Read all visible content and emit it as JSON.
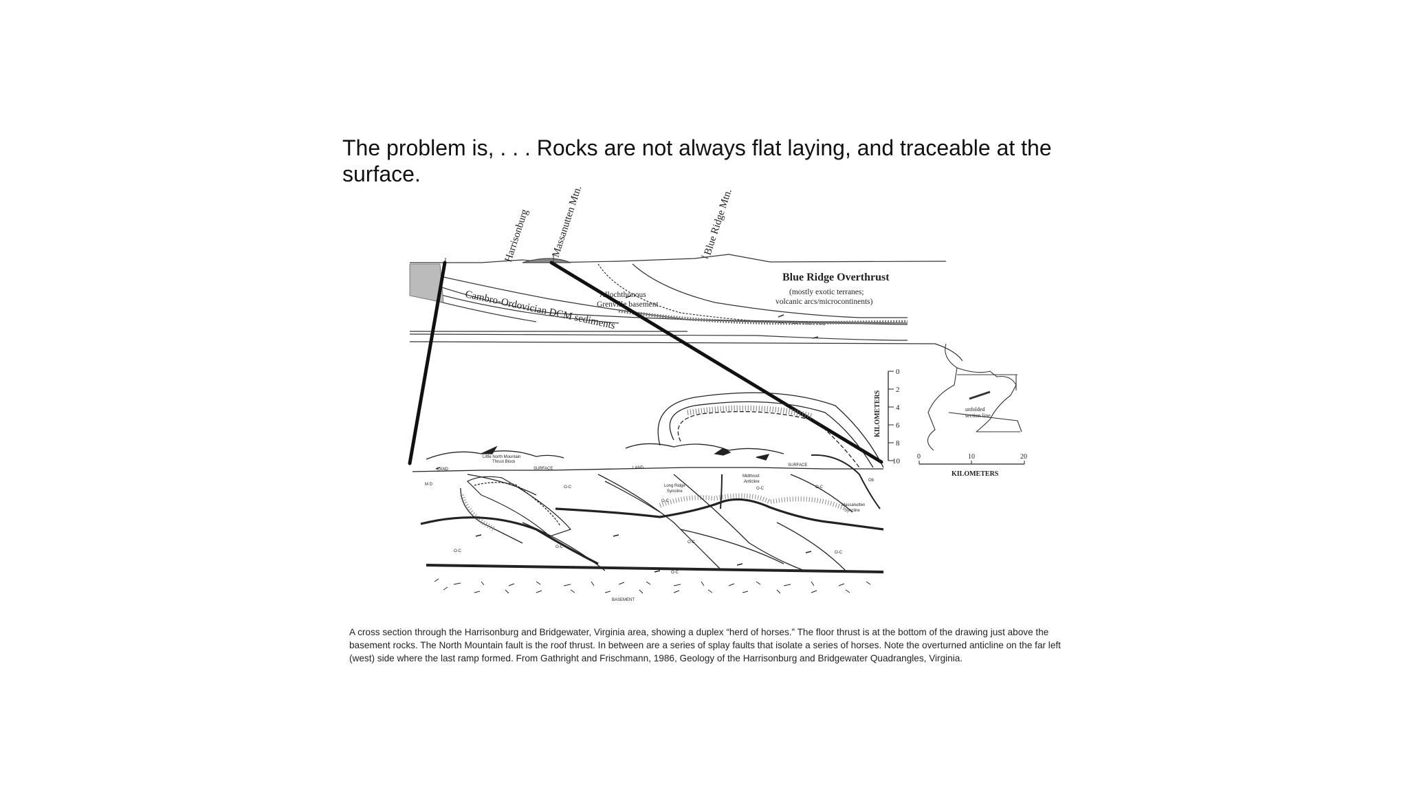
{
  "slide": {
    "title": "The problem is, . . . Rocks are not always flat laying, and traceable at the surface.",
    "caption": "A cross section through the Harrisonburg and Bridgewater, Virginia area, showing a duplex “herd of horses.”  The floor thrust is at the bottom of the drawing just above the basement rocks.  The North Mountain fault is the roof thrust.  In between are a series of splay faults that isolate a series of horses.  Note the overturned anticline on the far left (west) side where the last ramp formed.  From Gathright and Frischmann, 1986, Geology of the Harrisonburg and Bridgewater Quadrangles, Virginia."
  },
  "upper_section": {
    "labels": {
      "harrisonburg": "Harrisonburg",
      "massanutten": "Massanutten Mtn.",
      "blue_ridge_mtn": "Blue Ridge Mtn.",
      "overthrust_title": "Blue Ridge Overthrust",
      "overthrust_note_1": "(mostly exotic terranes;",
      "overthrust_note_2": "volcanic arcs/microcontinents)",
      "allochthonous_1": "Allochthonous",
      "allochthonous_2": "Grenville basement",
      "sediments": "Cambro-Ordovician DCM sediments"
    }
  },
  "lower_section": {
    "labels": {
      "little_north_mtn": "Little North Mountain",
      "thrust_block": "Thrust Block",
      "land_surface_left": "LAND",
      "surface_left": "SURFACE",
      "land_surface_mid": "LAND",
      "surface_right": "SURFACE",
      "md": "M D",
      "long_ridge": "Long Ridge",
      "syncline_1": "Syncline",
      "midthrust": "Midthrust",
      "anticline": "Anticline",
      "massanutten_syncline": "Massanutten",
      "syncline_2": "Syncline",
      "basement": "BASEMENT",
      "oc": "O-C",
      "ob": "Ob"
    },
    "oc_count": 9
  },
  "depth_scale": {
    "title": "KILOMETERS",
    "ticks": [
      "0",
      "2",
      "4",
      "6",
      "8",
      "10"
    ]
  },
  "map_inset": {
    "label_1": "unfolded",
    "label_2": "section line",
    "scale_ticks": [
      "0",
      "10",
      "20"
    ],
    "scale_title": "KILOMETERS"
  }
}
